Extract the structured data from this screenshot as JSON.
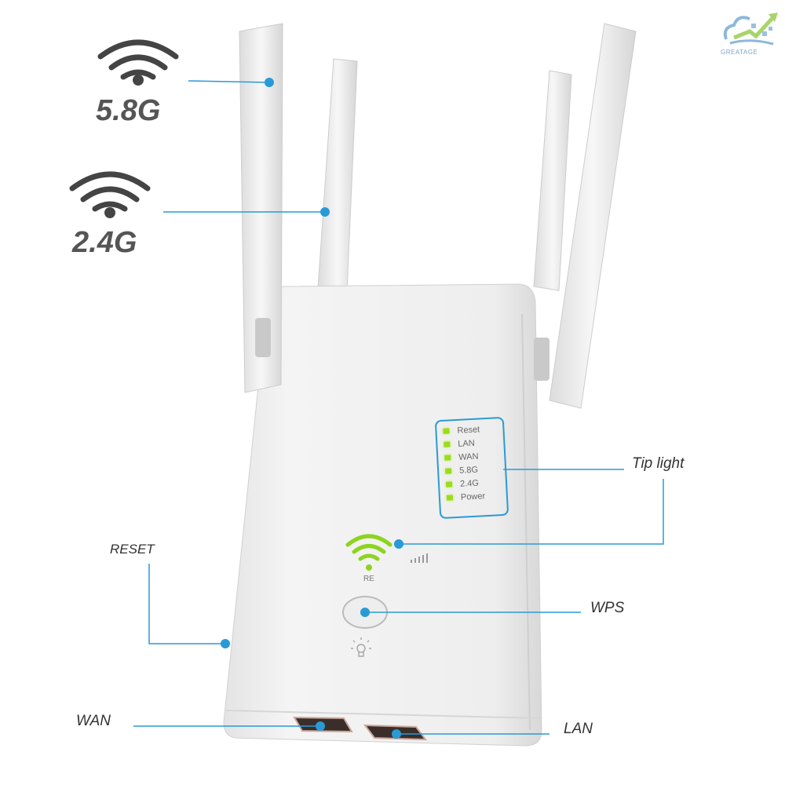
{
  "bands": {
    "band_58": "5.8G",
    "band_24": "2.4G"
  },
  "callouts": {
    "tip_light": "Tip light",
    "reset": "RESET",
    "wps": "WPS",
    "wan": "WAN",
    "lan": "LAN"
  },
  "led_panel": [
    "Reset",
    "LAN",
    "WAN",
    "5.8G",
    "2.4G",
    "Power"
  ],
  "device": {
    "re_label": "RE"
  },
  "logo": {
    "text": "GREATAGE"
  },
  "colors": {
    "callout_line": "#2a9ad6",
    "led": "#9bdc1e",
    "wifi_icon_device": "#8cd41e",
    "band_text": "#555555"
  }
}
